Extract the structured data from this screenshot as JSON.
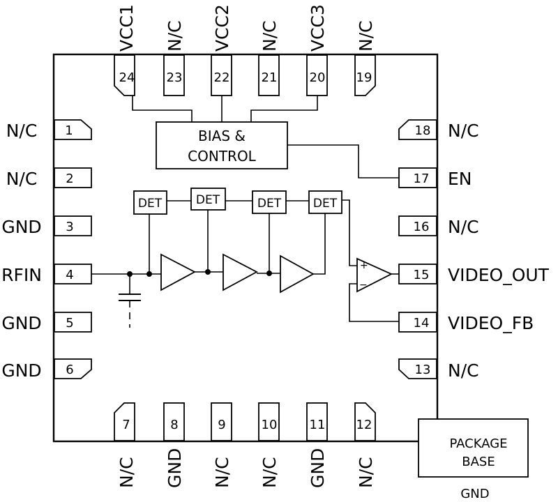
{
  "pins": {
    "p1": {
      "num": "1",
      "label": "N/C"
    },
    "p2": {
      "num": "2",
      "label": "N/C"
    },
    "p3": {
      "num": "3",
      "label": "GND"
    },
    "p4": {
      "num": "4",
      "label": "RFIN"
    },
    "p5": {
      "num": "5",
      "label": "GND"
    },
    "p6": {
      "num": "6",
      "label": "GND"
    },
    "p7": {
      "num": "7",
      "label": "N/C"
    },
    "p8": {
      "num": "8",
      "label": "GND"
    },
    "p9": {
      "num": "9",
      "label": "N/C"
    },
    "p10": {
      "num": "10",
      "label": "N/C"
    },
    "p11": {
      "num": "11",
      "label": "GND"
    },
    "p12": {
      "num": "12",
      "label": "N/C"
    },
    "p13": {
      "num": "13",
      "label": "N/C"
    },
    "p14": {
      "num": "14",
      "label": "VIDEO_FB"
    },
    "p15": {
      "num": "15",
      "label": "VIDEO_OUT"
    },
    "p16": {
      "num": "16",
      "label": "N/C"
    },
    "p17": {
      "num": "17",
      "label": "EN"
    },
    "p18": {
      "num": "18",
      "label": "N/C"
    },
    "p19": {
      "num": "19",
      "label": "N/C"
    },
    "p20": {
      "num": "20",
      "label": "VCC3"
    },
    "p21": {
      "num": "21",
      "label": "N/C"
    },
    "p22": {
      "num": "22",
      "label": "VCC2"
    },
    "p23": {
      "num": "23",
      "label": "N/C"
    },
    "p24": {
      "num": "24",
      "label": "VCC1"
    }
  },
  "bias_block": {
    "line1": "BIAS &",
    "line2": "CONTROL"
  },
  "detectors": [
    "DET",
    "DET",
    "DET",
    "DET"
  ],
  "opamp": {
    "plus": "+",
    "minus": "−"
  },
  "package_base": {
    "line1": "PACKAGE",
    "line2": "BASE",
    "pin_label": "GND"
  }
}
